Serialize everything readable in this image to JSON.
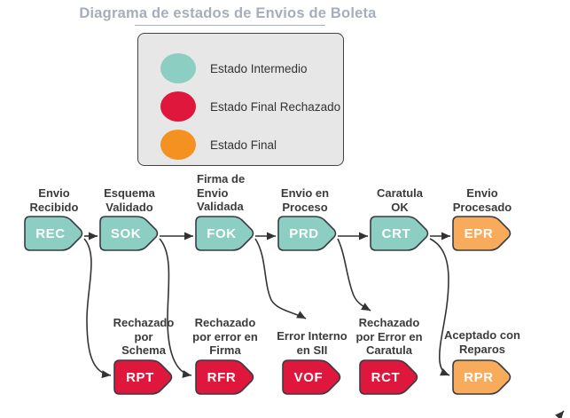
{
  "title": "Diagrama de estados de Envios de Boleta",
  "legend": {
    "items": [
      {
        "label": "Estado Intermedio",
        "color": "#8CCFC2"
      },
      {
        "label": "Estado Final Rechazado",
        "color": "#E0173C"
      },
      {
        "label": "Estado Final",
        "color": "#F59120"
      }
    ]
  },
  "colors": {
    "intermediate": "#8CCFC2",
    "final_rejected": "#E0173C",
    "final": "#F59120",
    "final_light": "#F8AC5B",
    "node_border": "#383C41",
    "arrow": "#333333",
    "title_text": "#A6AEBB",
    "legend_bg": "#E7E7E7",
    "label_text": "#3B3B3B"
  },
  "states": {
    "rec": {
      "code": "REC",
      "label": "Envio\nRecibido"
    },
    "sok": {
      "code": "SOK",
      "label": "Esquema\nValidado"
    },
    "fok": {
      "code": "FOK",
      "label": "Firma de\nEnvio\nValidada"
    },
    "prd": {
      "code": "PRD",
      "label": "Envio en\nProceso"
    },
    "crt": {
      "code": "CRT",
      "label": "Caratula\nOK"
    },
    "epr": {
      "code": "EPR",
      "label": "Envio\nProcesado"
    },
    "rpt": {
      "code": "RPT",
      "label": "Rechazado\npor\nSchema"
    },
    "rfr": {
      "code": "RFR",
      "label": "Rechazado\npor error en\nFirma"
    },
    "vof": {
      "code": "VOF",
      "label": "Error Interno\nen SII"
    },
    "rct": {
      "code": "RCT",
      "label": "Rechazado\npor Error en\nCaratula"
    },
    "rpr": {
      "code": "RPR",
      "label": "Aceptado con\nReparos"
    }
  }
}
